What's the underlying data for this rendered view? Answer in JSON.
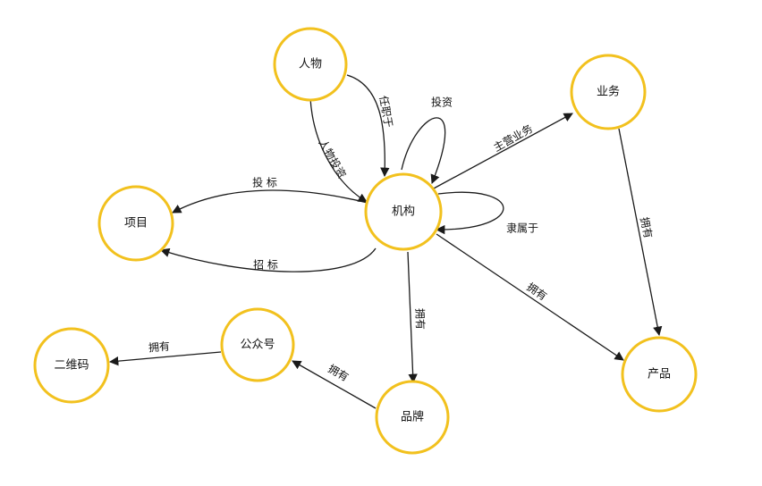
{
  "colors": {
    "node_border": "#f2c11e",
    "edge": "#1a1a1a",
    "text": "#111111"
  },
  "nodes": {
    "person": "人物",
    "org": "机构",
    "business": "业务",
    "project": "项目",
    "product": "产品",
    "official_account": "公众号",
    "qr_code": "二维码",
    "brand": "品牌"
  },
  "edges": {
    "person_employed_by": "任职于",
    "person_invests": "人物投资",
    "org_invests": "投资",
    "main_business": "主营业务",
    "affiliated": "隶属于",
    "bid": "投 标",
    "tender": "招 标",
    "org_owns_brand": "拥有",
    "org_owns_product": "拥有",
    "business_owns_product": "拥有",
    "brand_owns_account": "拥有",
    "account_owns_qr": "拥有"
  }
}
